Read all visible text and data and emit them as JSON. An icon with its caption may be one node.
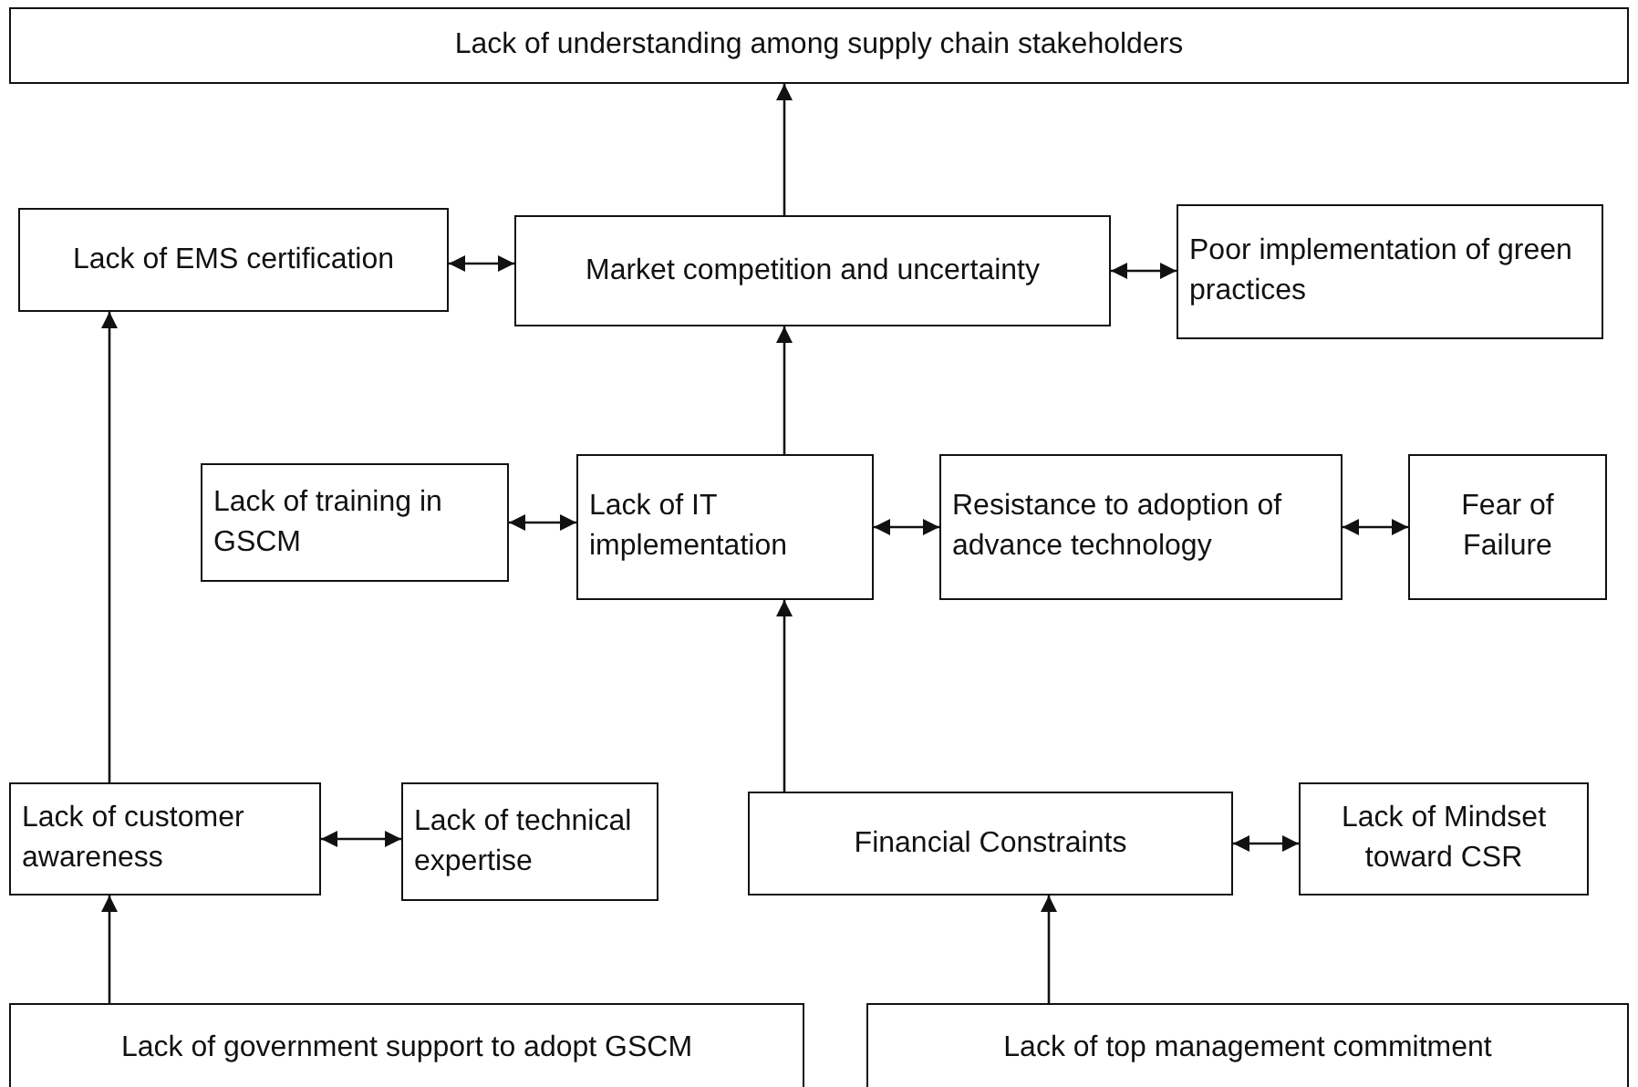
{
  "diagram": {
    "nodes": [
      {
        "text": [
          "Lack of understanding among supply chain stakeholders"
        ]
      },
      {
        "text": [
          "Lack of EMS certification"
        ]
      },
      {
        "text": [
          "Market competition and uncertainty"
        ]
      },
      {
        "text": [
          "Poor implementation of green practices"
        ]
      },
      {
        "text": [
          "Lack of training in GSCM"
        ]
      },
      {
        "text": [
          "Lack of IT implementation"
        ]
      },
      {
        "text": [
          "Resistance to adoption of advance technology"
        ]
      },
      {
        "text": [
          "Fear of Failure"
        ]
      },
      {
        "text": [
          "Lack of customer awareness"
        ]
      },
      {
        "text": [
          "Lack of technical expertise"
        ]
      },
      {
        "text": [
          "Financial Constraints"
        ]
      },
      {
        "text": [
          "Lack of Mindset toward CSR"
        ]
      },
      {
        "text": [
          "Lack of government support to adopt GSCM"
        ]
      },
      {
        "text": [
          "Lack of top management commitment"
        ]
      }
    ],
    "edges": [
      {
        "from": 2,
        "to": 0,
        "arrow": "to"
      },
      {
        "from": 1,
        "to": 2,
        "arrow": "both"
      },
      {
        "from": 2,
        "to": 3,
        "arrow": "both"
      },
      {
        "from": 5,
        "to": 2,
        "arrow": "to"
      },
      {
        "from": 4,
        "to": 5,
        "arrow": "both"
      },
      {
        "from": 5,
        "to": 6,
        "arrow": "both"
      },
      {
        "from": 6,
        "to": 7,
        "arrow": "both"
      },
      {
        "from": 8,
        "to": 1,
        "arrow": "to"
      },
      {
        "from": 8,
        "to": 9,
        "arrow": "both"
      },
      {
        "from": 10,
        "to": 5,
        "arrow": "to"
      },
      {
        "from": 10,
        "to": 11,
        "arrow": "both"
      },
      {
        "from": 12,
        "to": 8,
        "arrow": "to"
      },
      {
        "from": 13,
        "to": 10,
        "arrow": "to"
      }
    ]
  }
}
